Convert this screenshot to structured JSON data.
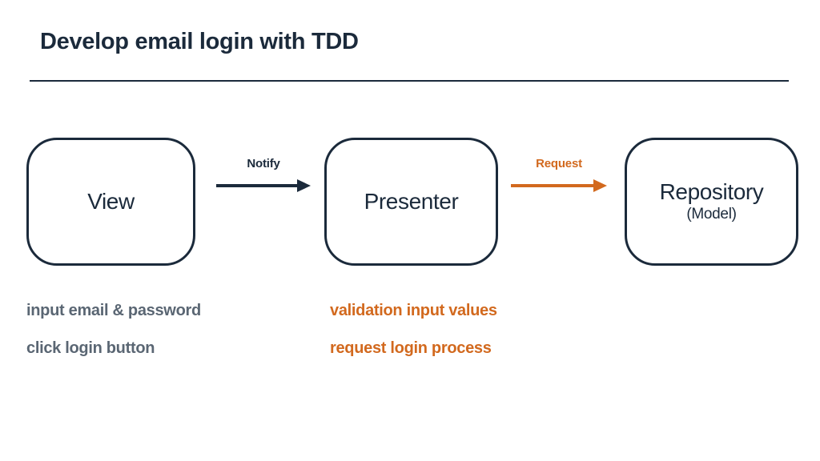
{
  "slide": {
    "title": "Develop email login with TDD"
  },
  "colors": {
    "navy": "#1b2a3b",
    "orange": "#d2691e",
    "gray": "#5a6673",
    "background": "#ffffff"
  },
  "diagram": {
    "boxes": [
      {
        "label": "View"
      },
      {
        "label": "Presenter"
      },
      {
        "label": "Repository",
        "sublabel": "(Model)"
      }
    ],
    "arrows": [
      {
        "label": "Notify",
        "color": "#1b2a3b"
      },
      {
        "label": "Request",
        "color": "#d2691e"
      }
    ]
  },
  "notes": {
    "view_column": [
      "input email & password",
      "click login button"
    ],
    "presenter_column": [
      "validation input values",
      "request login process"
    ]
  }
}
